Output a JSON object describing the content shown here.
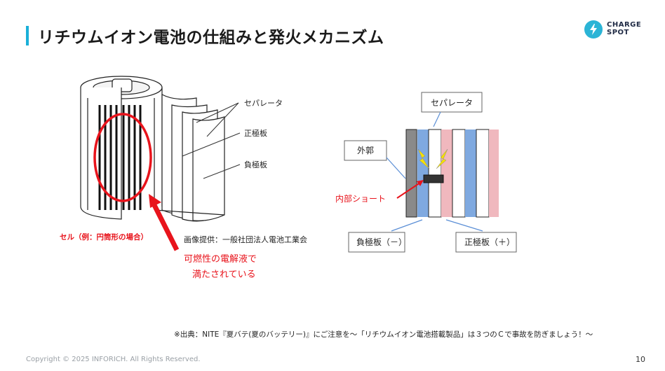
{
  "slide": {
    "title": "リチウムイオン電池の仕組みと発火メカニズム",
    "logo_line1": "CHARGE",
    "logo_line2": "SPOT",
    "source": "※出典：NITE『夏バテ(夏のバッテリー)』にご注意を～「リチウムイオン電池搭載製品」は３つのＣで事故を防ぎましょう！～",
    "copyright": "Copyright © 2025 INFORICH. All Rights Reserved.",
    "page_number": "10"
  },
  "left_figure": {
    "label_separator": "セパレータ",
    "label_positive": "正極板",
    "label_negative": "負極板",
    "label_cell": "セル（例：円筒形の場合）",
    "label_credit": "画像提供：一般社団法人電池工業会",
    "label_electrolyte_1": "可燃性の電解液で",
    "label_electrolyte_2": "満たされている"
  },
  "right_figure": {
    "label_separator": "セパレータ",
    "label_casing": "外郭",
    "label_short": "内部ショート",
    "label_negative": "負極板（－）",
    "label_positive": "正極板（＋）"
  },
  "colors": {
    "accent": "#1ab0d8",
    "red": "#e8141c",
    "blue_plate": "#7fa9e0",
    "pink_plate": "#f0b8be"
  }
}
